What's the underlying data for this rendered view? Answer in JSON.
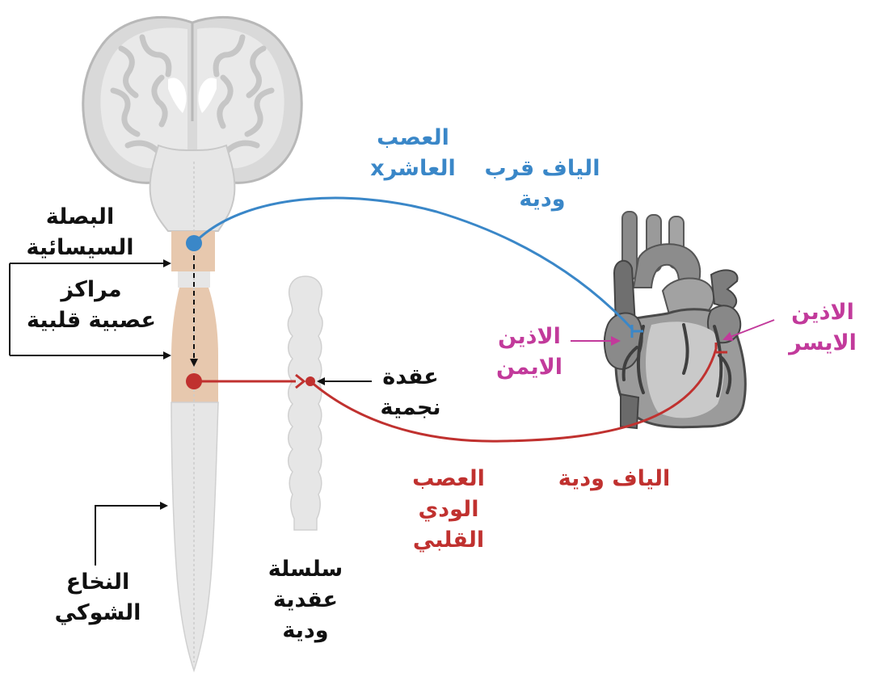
{
  "colors": {
    "sympathetic": "#c0312f",
    "parasympathetic": "#3a87c8",
    "atria": "#c23a9b",
    "text": "#111111",
    "tissue": "#e6e6e6",
    "cardiac_centers": "#e7c8ae"
  },
  "labels": {
    "medulla": "البصلة\nالسيسائية",
    "cardiac_centers": "مراكز\nعصبية قلبية",
    "spinal_cord": "النخاع\nالشوكي",
    "stellate_ganglion": "عقدة\nنجمية",
    "sympathetic_chain": "سلسلة\nعقدية\nودية",
    "vagus_nerve": "العصب\nالعاشرx",
    "parasympathetic_fibers": "الياف قرب\nودية",
    "right_atrium": "الاذين\nالايمن",
    "left_atrium": "الاذين\nالايسر",
    "sympathetic_fibers": "الياف ودية",
    "cardiac_sympathetic_nerve": "العصب\nالودي\nالقلبي"
  }
}
